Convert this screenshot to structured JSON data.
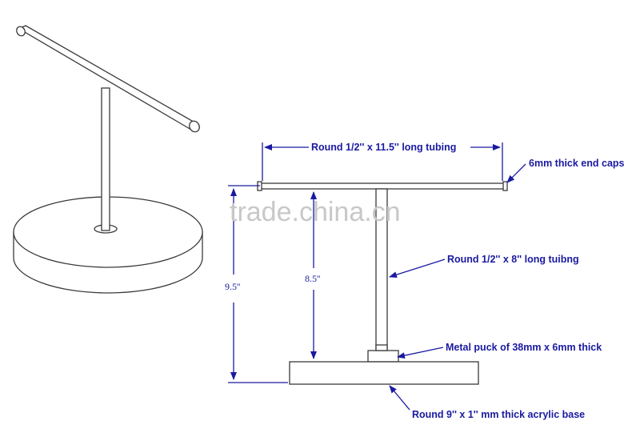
{
  "labels": {
    "tubing_top": "Round 1/2'' x 11.5'' long tubing",
    "end_caps": "6mm thick end caps",
    "tubing_vertical": "Round 1/2'' x 8'' long tuibng",
    "metal_puck": "Metal puck of 38mm x 6mm thick",
    "base": "Round 9'' x 1'' mm thick acrylic base",
    "height_total": "9.5''",
    "height_inner": "8.5''"
  },
  "watermark": "trade.china.cn",
  "colors": {
    "annotation": "#1a1aa0",
    "drawing": "#3a3a3a",
    "watermark": "#c8c8c8"
  }
}
